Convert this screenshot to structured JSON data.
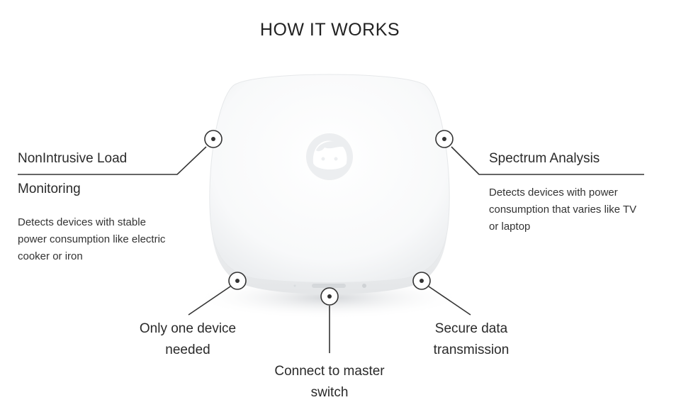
{
  "title": "HOW IT WORKS",
  "features": {
    "nilm": {
      "heading_line1": "NonIntrusive Load",
      "heading_line2": "Monitoring",
      "description": "Detects devices with stable power consumption like electric cooker or iron"
    },
    "spectrum": {
      "heading": "Spectrum Analysis",
      "description": "Detects devices with power consumption that varies like TV or laptop"
    },
    "one_device": {
      "line1": "Only one device",
      "line2": "needed"
    },
    "secure": {
      "line1": "Secure data",
      "line2": "transmission"
    },
    "master_switch": {
      "line1": "Connect to master",
      "line2": "switch"
    }
  },
  "icons": {
    "device_logo": "face-logo-icon",
    "callout_marker": "dot-in-circle-icon"
  },
  "colors": {
    "line": "#333333",
    "device_body": "#f6f7f8",
    "device_shadow": "#d9dcdf"
  }
}
